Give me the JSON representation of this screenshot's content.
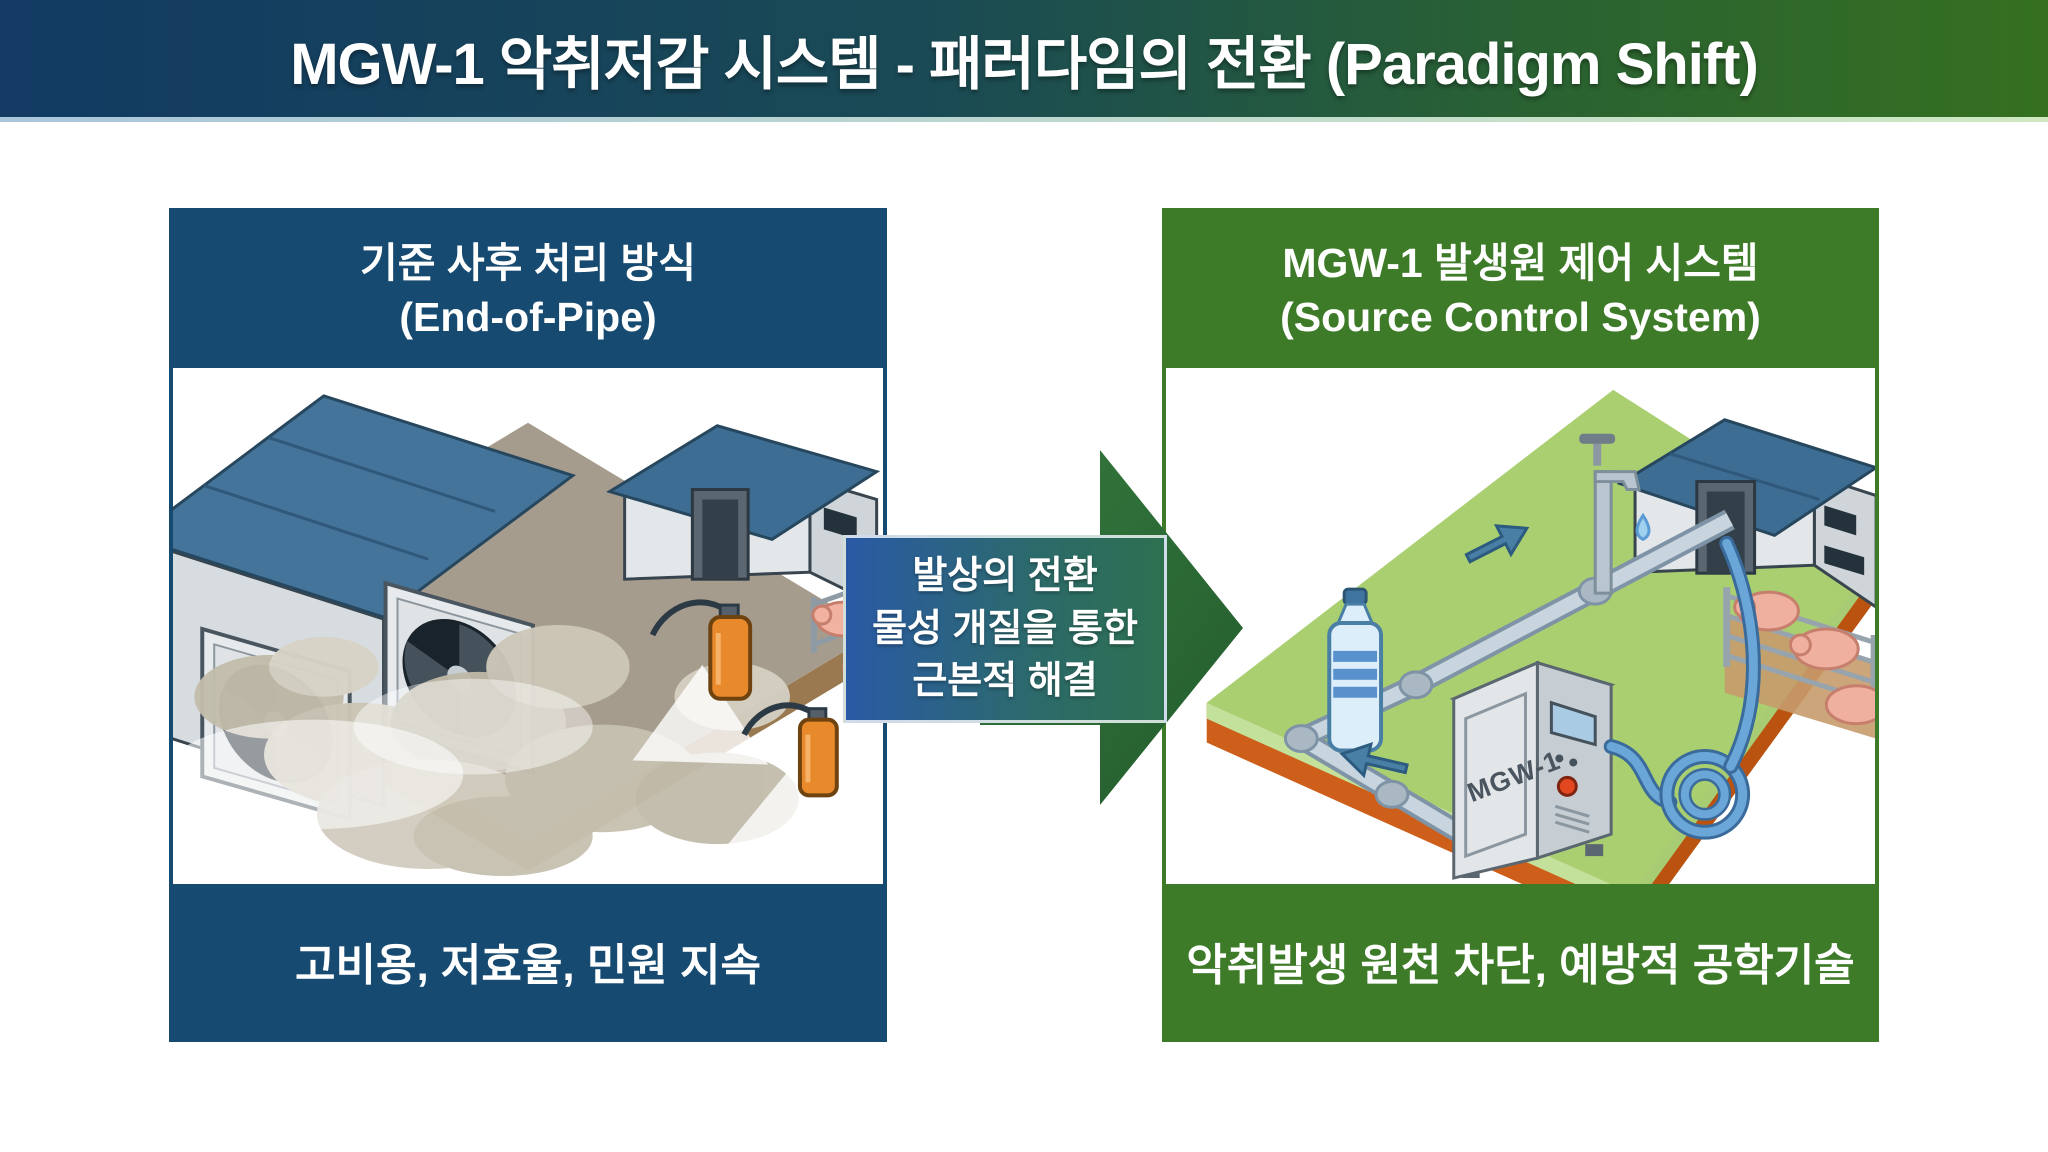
{
  "header": {
    "title": "MGW-1 악취저감 시스템 - 패러다임의 전환 (Paradigm Shift)",
    "colors": {
      "gradient_left": "#123a63",
      "gradient_right": "#357020"
    }
  },
  "left_panel": {
    "title_line1": "기준 사후 처리 방식",
    "title_line2": "(End-of-Pipe)",
    "footer_text": "고비용, 저효율, 민원 지속",
    "badge_icon": "x-mark",
    "illustration": {
      "scene": "barn-with-exhaust-fans-dust-clouds-and-orange-spray-canisters-with-pigs"
    },
    "colors": {
      "theme": "#164a70",
      "badge": "#d41f1f"
    }
  },
  "transition": {
    "line1": "발상의 전환",
    "line2": "물성 개질을 통한",
    "line3": "근본적 해결",
    "arrow_icon": "right-arrow",
    "colors": {
      "arrow": "#2d7036",
      "box_left": "#2a5aa5",
      "box_right": "#2d7050"
    }
  },
  "right_panel": {
    "title_line1": "MGW-1 발생원 제어 시스템",
    "title_line2": "(Source Control System)",
    "footer_text": "악취발생 원천 차단, 예방적 공학기술",
    "machine_label": "MGW-1",
    "badge_icon": "check-mark",
    "illustration": {
      "scene": "green-field-with-water-line-loop-mgw1-unit-hose-to-clean-barn-with-pigs"
    },
    "colors": {
      "theme": "#3e7b28",
      "badge": "#5cb85f"
    }
  }
}
